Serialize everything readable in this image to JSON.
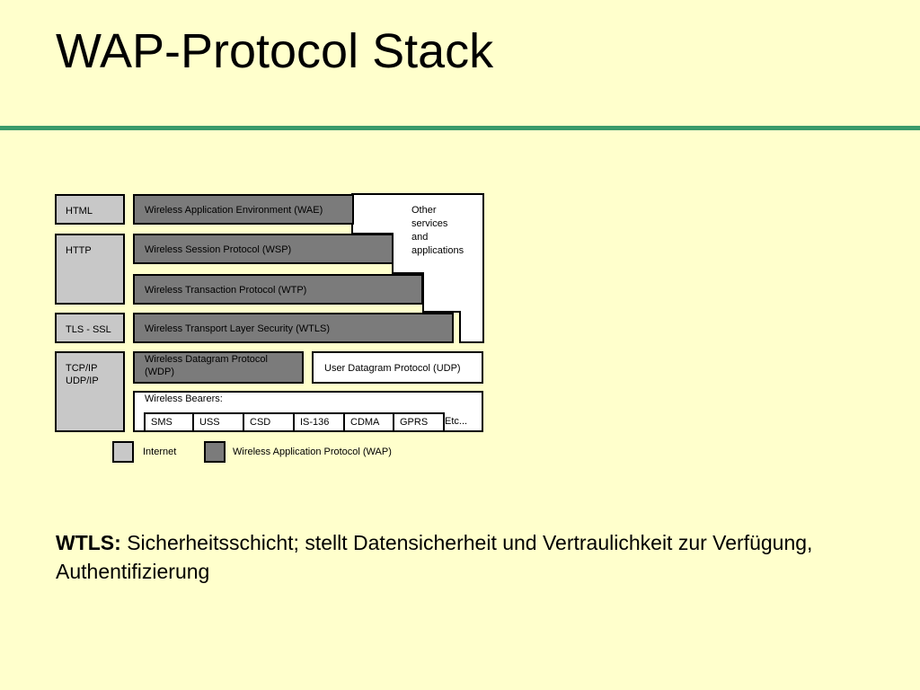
{
  "title": "WAP-Protocol Stack",
  "diagram": {
    "internet": {
      "html": "HTML",
      "http": "HTTP",
      "tls_ssl": "TLS - SSL",
      "tcpip": "TCP/IP",
      "udpip": "UDP/IP"
    },
    "wap": {
      "wae": "Wireless Application Environment (WAE)",
      "wsp": "Wireless Session Protocol (WSP)",
      "wtp": "Wireless Transaction Protocol (WTP)",
      "wtls": "Wireless Transport Layer Security (WTLS)",
      "wdp_line1": "Wireless Datagram Protocol",
      "wdp_line2": "(WDP)"
    },
    "udp": "User Datagram Protocol (UDP)",
    "other_services": [
      "Other",
      "services",
      "and",
      "applications"
    ],
    "bearers_label": "Wireless Bearers:",
    "bearers": [
      "SMS",
      "USS",
      "CSD",
      "IS-136",
      "CDMA",
      "GPRS"
    ],
    "bearers_etc": "Etc...",
    "legend": {
      "internet": "Internet",
      "wap": "Wireless Application Protocol (WAP)"
    }
  },
  "note": {
    "term": "WTLS:",
    "text": " Sicherheitsschicht; stellt Datensicherheit und Vertraulichkeit zur Verfügung, Authentifizierung"
  },
  "colors": {
    "background": "#ffffcc",
    "rule": "#3a9a6a",
    "internet_fill": "#c8c8c8",
    "wap_fill": "#7b7b7b"
  }
}
